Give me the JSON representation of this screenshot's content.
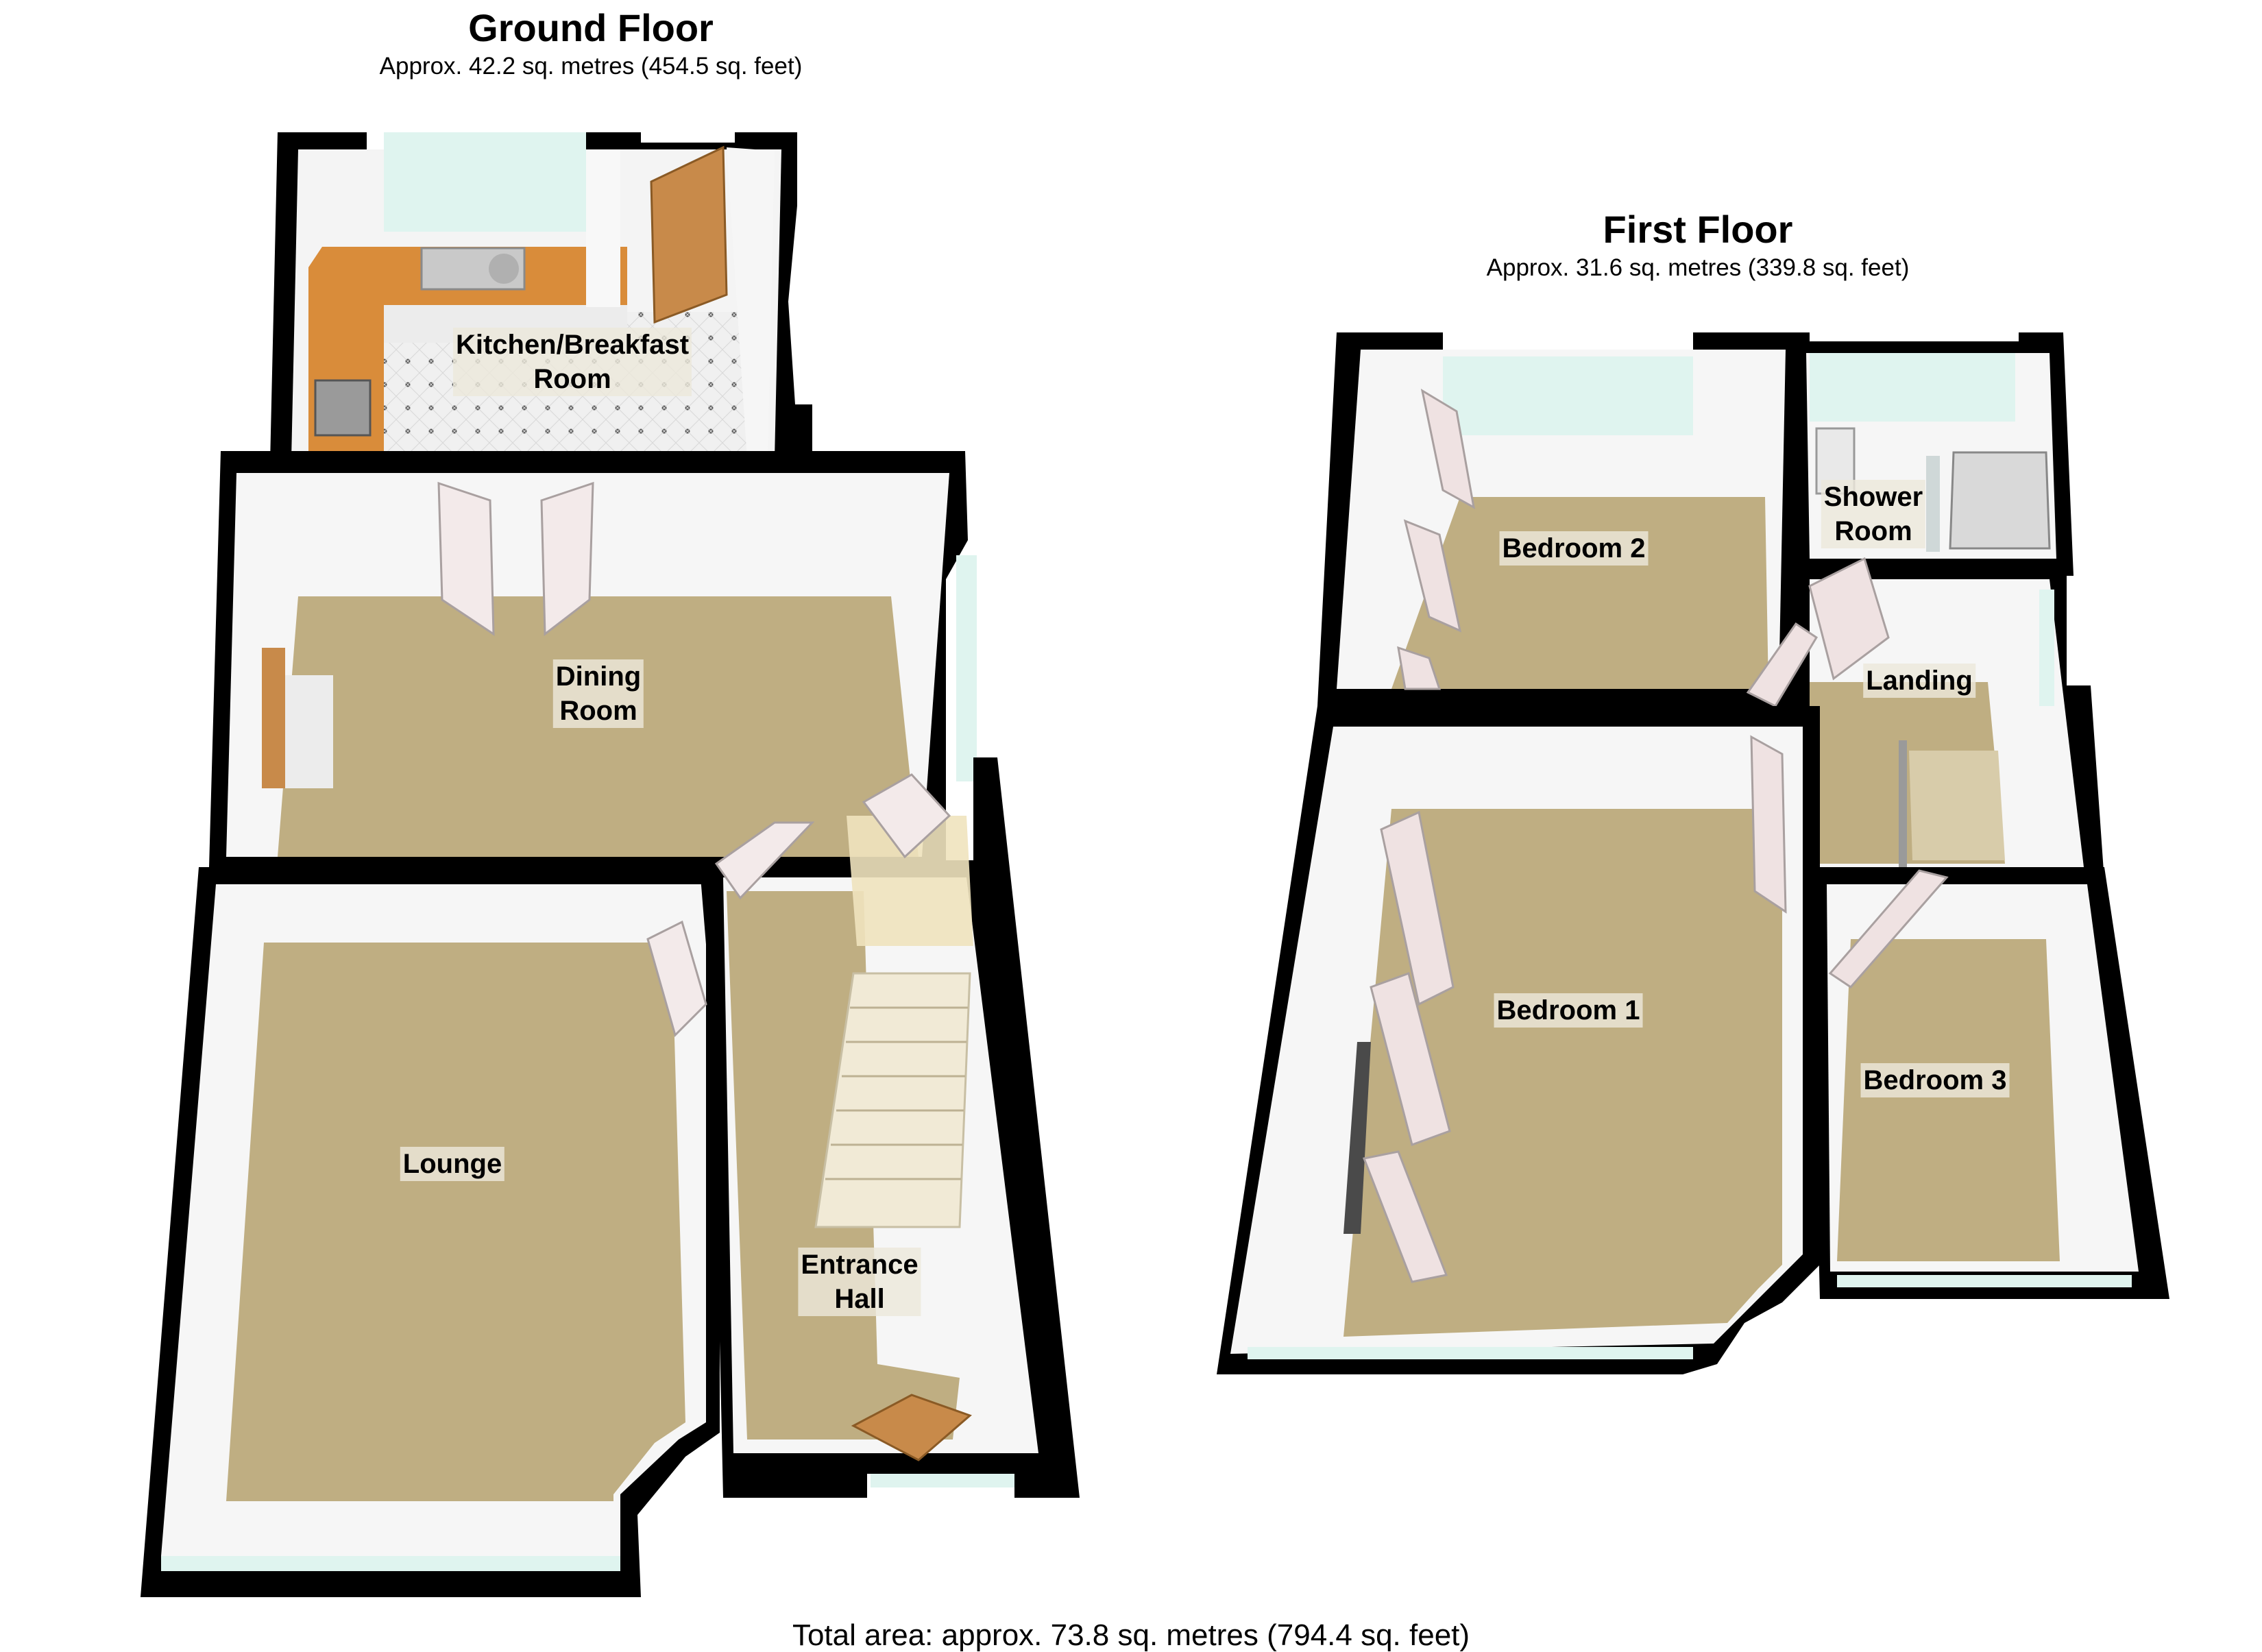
{
  "ground_floor": {
    "title": "Ground Floor",
    "area": "Approx.  42.2 sq. metres (454.5 sq. feet)",
    "rooms": {
      "kitchen": "Kitchen/Breakfast\nRoom",
      "dining": "Dining\nRoom",
      "lounge": "Lounge",
      "hall": "Entrance\nHall"
    }
  },
  "first_floor": {
    "title": "First Floor",
    "area": "Approx.  31.6 sq. metres (339.8 sq. feet)",
    "rooms": {
      "bedroom2": "Bedroom 2",
      "shower": "Shower\nRoom",
      "landing": "Landing",
      "bedroom1": "Bedroom 1",
      "bedroom3": "Bedroom 3"
    }
  },
  "total_area": "Total area: approx.  73.8 sq. metres (794.4 sq. feet)",
  "colors": {
    "wall": "#000000",
    "carpet": "#bfae82",
    "inner_wall": "#f6f6f6",
    "worktop": "#d98c3a",
    "door": "#c88a4a",
    "window": "#dff4ef"
  }
}
